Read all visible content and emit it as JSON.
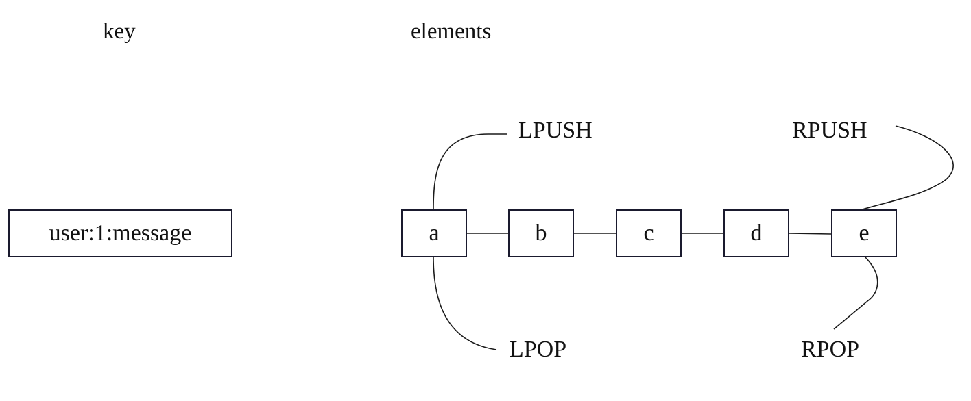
{
  "headings": {
    "key": "key",
    "elements": "elements"
  },
  "key_box": {
    "label": "user:1:message"
  },
  "nodes": [
    "a",
    "b",
    "c",
    "d",
    "e"
  ],
  "operations": {
    "lpush": "LPUSH",
    "rpush": "RPUSH",
    "lpop": "LPOP",
    "rpop": "RPOP"
  }
}
